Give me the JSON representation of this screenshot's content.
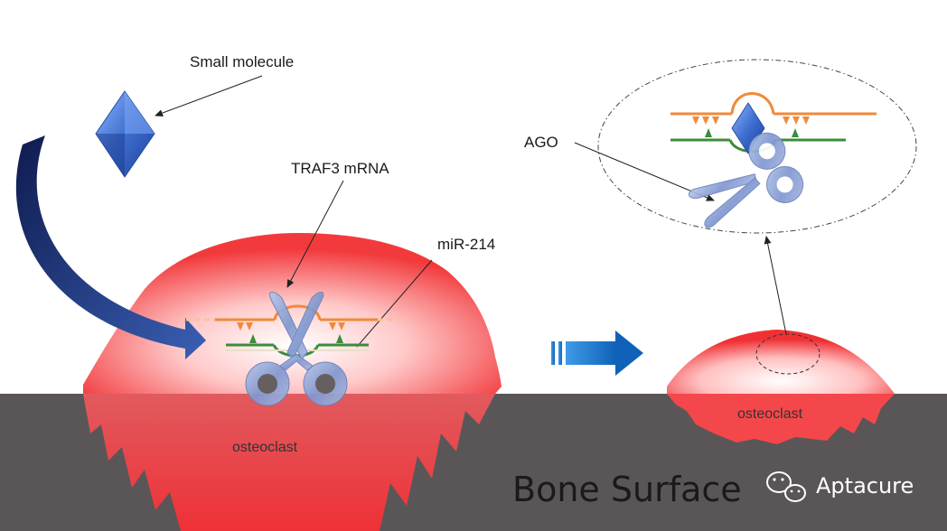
{
  "labels": {
    "small_molecule": "Small  molecule",
    "traf3_mrna": "TRAF3 mRNA",
    "mir214": "miR-214",
    "ago": "AGO",
    "osteoclast_large": "osteoclast",
    "osteoclast_small": "osteoclast",
    "bone_surface": "Bone Surface",
    "brand": "Aptacure"
  },
  "icons": {
    "molecule": "diamond-molecule-icon",
    "scissors": "scissors-ago-icon",
    "arrow": "blue-process-arrow-icon",
    "wechat": "wechat-logo-icon"
  },
  "colors": {
    "bone": "#5a5657",
    "cell_red": "#f23a3d",
    "mrna_orange": "#f08a3a",
    "mirna_green": "#3c8c3c",
    "molecule_blue": "#3e6fd0",
    "scissors_blue": "#8fa6d6",
    "arrow_blue": "#1c78c9",
    "curve_navy": "#1d2a66"
  }
}
